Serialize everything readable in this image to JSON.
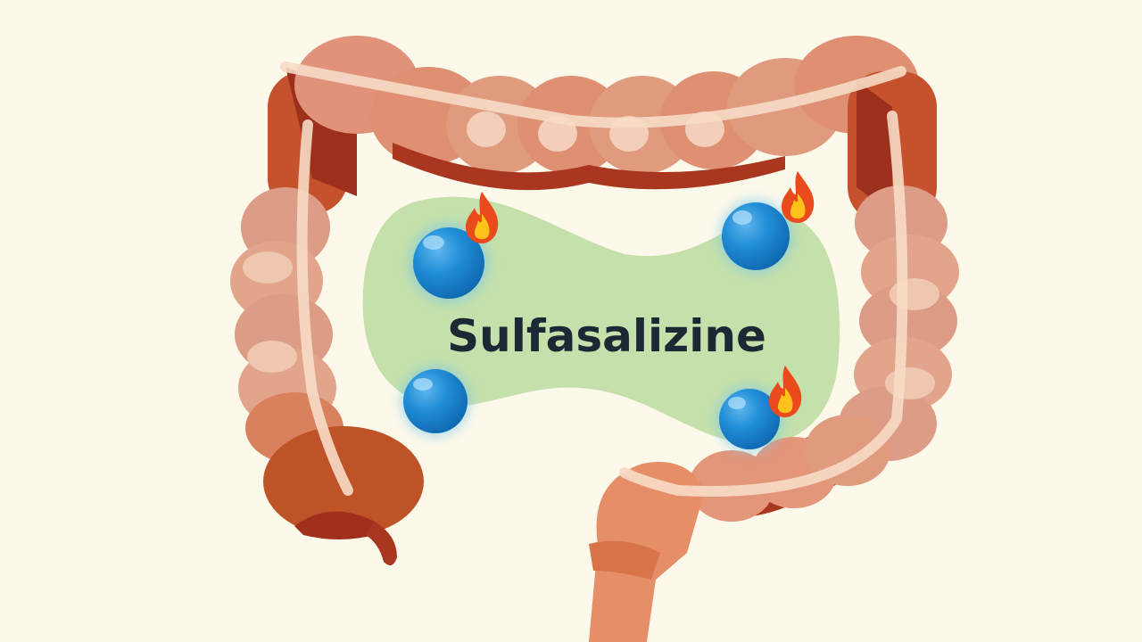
{
  "illustration": {
    "title": "Sulfasalizine",
    "subject": "large intestine (colon) with medication molecules",
    "colors": {
      "background": "#fdf9ea",
      "colon_light": "#e8a282",
      "colon_mid": "#d9805c",
      "colon_dark": "#a9371f",
      "colon_highlight": "#f7dcc6",
      "blob": "#c5e0aa",
      "sphere": "#1a86d0",
      "flame_outer": "#ea4a1c",
      "flame_inner": "#ffc21a",
      "text": "#1c2833"
    },
    "spheres": [
      {
        "label": "molecule-1",
        "flame": true
      },
      {
        "label": "molecule-2",
        "flame": true
      },
      {
        "label": "molecule-3",
        "flame": false
      },
      {
        "label": "molecule-4",
        "flame": true
      }
    ]
  }
}
